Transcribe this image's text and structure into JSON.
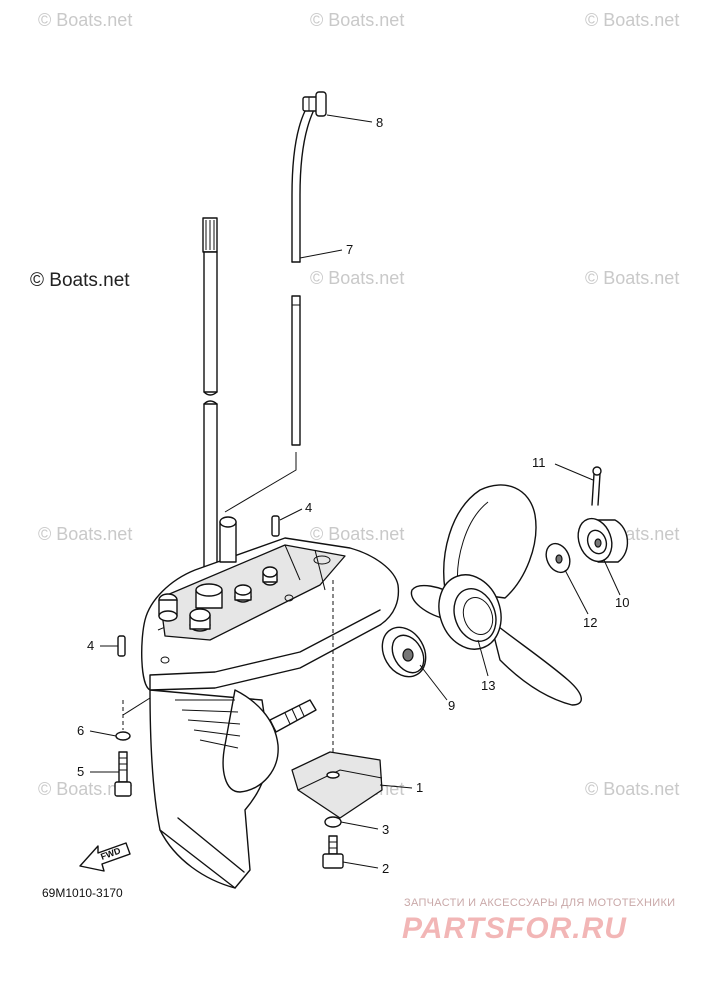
{
  "watermarks": {
    "text": "© Boats.net",
    "prominent": "© Boats.net"
  },
  "callouts": {
    "c1": "1",
    "c2": "2",
    "c3": "3",
    "c4a": "4",
    "c4b": "4",
    "c5": "5",
    "c6": "6",
    "c7": "7",
    "c8": "8",
    "c9": "9",
    "c10": "10",
    "c11": "11",
    "c12": "12",
    "c13": "13"
  },
  "direction_label": "FWD",
  "diagram_code": "69M1010-3170",
  "brand": {
    "tagline": "ЗАПЧАСТИ И АКСЕССУАРЫ ДЛЯ МОТОТЕХНИКИ",
    "logo": "PARTSFOR.RU"
  },
  "colors": {
    "line": "#111111",
    "watermark": "#c9c9c9",
    "brand_logo": "#f2b6b6"
  }
}
